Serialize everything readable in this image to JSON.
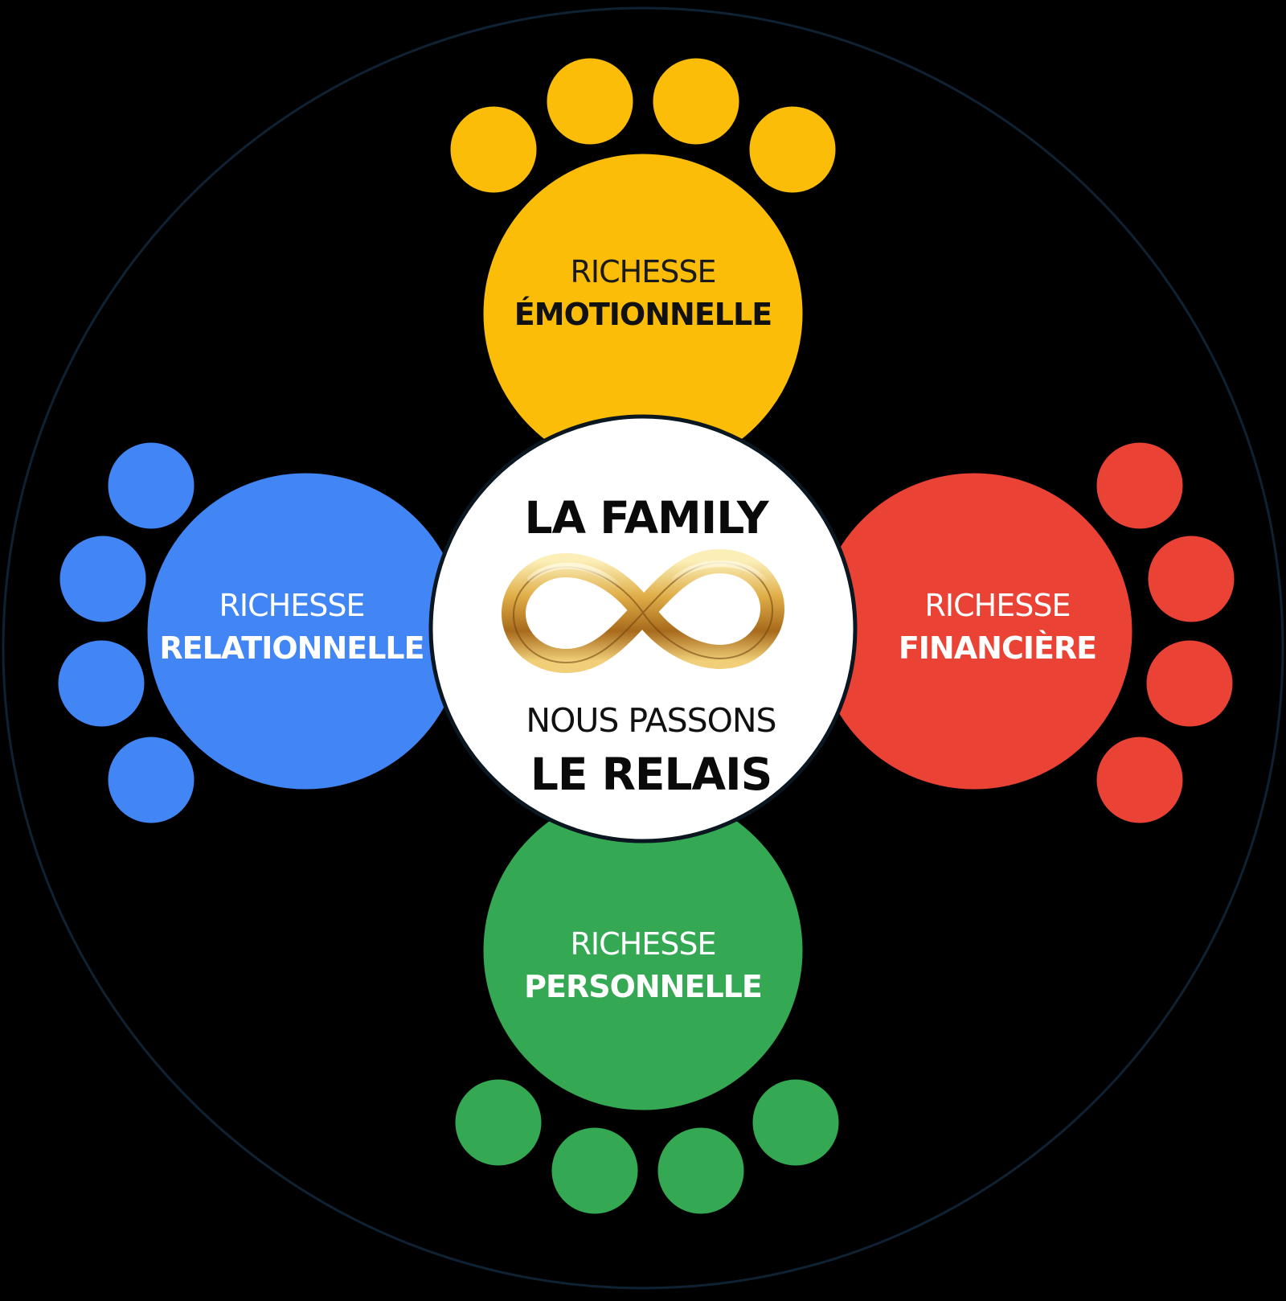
{
  "colors": {
    "background": "#000000",
    "outer_ring": "#0f2233",
    "yellow": "#fbbd08",
    "blue": "#4286f5",
    "red": "#ea4335",
    "green": "#34a853",
    "center_fill": "#ffffff",
    "center_stroke": "#0a1620",
    "gold_light": "#f8e6a4",
    "gold_mid": "#d6a23b",
    "gold_dark": "#7a4a0e"
  },
  "center": {
    "title": "LA FAMILY",
    "subtitle_line1": "NOUS PASSONS",
    "subtitle_line2": "LE RELAIS",
    "symbol": "infinity-icon"
  },
  "petals": {
    "top": {
      "prefix": "RICHESSE",
      "name": "ÉMOTIONNELLE"
    },
    "left": {
      "prefix": "RICHESSE",
      "name": "RELATIONNELLE"
    },
    "right": {
      "prefix": "RICHESSE",
      "name": "FINANCIÈRE"
    },
    "bottom": {
      "prefix": "RICHESSE",
      "name": "PERSONNELLE"
    }
  }
}
